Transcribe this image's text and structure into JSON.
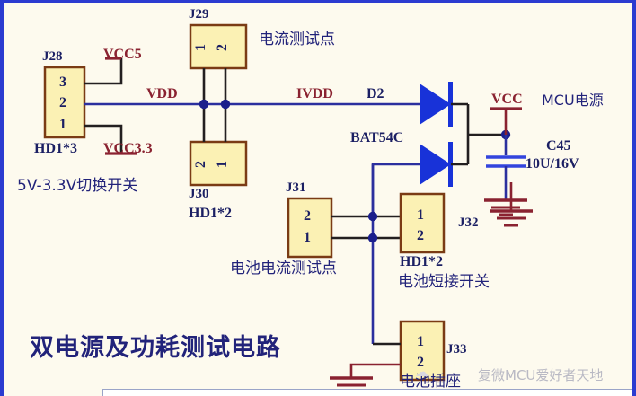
{
  "diagram": {
    "title": "双电源及功耗测试电路",
    "watermark": "复微MCU爱好者天地",
    "colors": {
      "background": "#fdfaee",
      "border": "#2b3bd0",
      "connector_fill": "#fbf1b4",
      "connector_stroke": "#7a3b14",
      "wire_black": "#231f20",
      "wire_blue": "#2b2f9e",
      "junction": "#1b1f8c",
      "diode": "#1832d8",
      "capacitor": "#3344dd",
      "ground": "#8a2230",
      "label_navy": "#1b1f63",
      "label_maroon": "#8a2230",
      "label_chinese": "#22237a"
    }
  },
  "connectors": [
    {
      "ref": "J28",
      "footprint": "HD1*3",
      "pins": [
        "3",
        "2",
        "1"
      ],
      "annotation": "5V-3.3V切换开关"
    },
    {
      "ref": "J29",
      "footprint": "",
      "pins": [
        "1",
        "2"
      ],
      "annotation": "电流测试点"
    },
    {
      "ref": "J30",
      "footprint": "HD1*2",
      "pins": [
        "2",
        "1"
      ],
      "annotation": ""
    },
    {
      "ref": "J31",
      "footprint": "",
      "pins": [
        "2",
        "1"
      ],
      "annotation": "电池电流测试点"
    },
    {
      "ref": "J32",
      "footprint": "HD1*2",
      "pins": [
        "1",
        "2"
      ],
      "annotation": "电池短接开关"
    },
    {
      "ref": "J33",
      "footprint": "",
      "pins": [
        "1",
        "2"
      ],
      "annotation": "电池插座"
    }
  ],
  "components": [
    {
      "ref": "D2",
      "part": "BAT54C",
      "type": "dual-schottky-diode"
    },
    {
      "ref": "C45",
      "value": "10U/16V",
      "type": "capacitor"
    }
  ],
  "power_nets": [
    {
      "name": "VCC5"
    },
    {
      "name": "VCC3.3"
    },
    {
      "name": "VCC",
      "annotation": "MCU电源"
    }
  ],
  "net_labels": [
    {
      "name": "VDD"
    },
    {
      "name": "IVDD"
    }
  ]
}
